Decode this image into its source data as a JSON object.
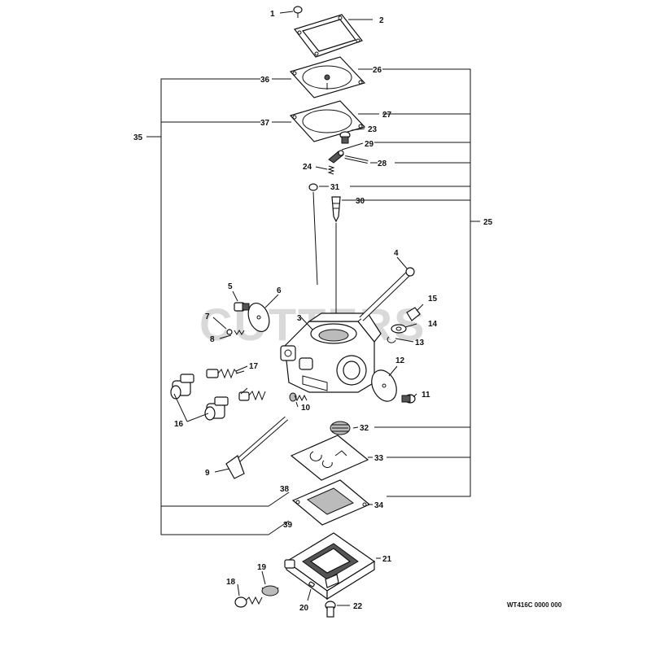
{
  "watermark": "CUTTERS",
  "drawing_code": "WT416C 0000 000",
  "labels": {
    "p1": "1",
    "p2": "2",
    "p3": "3",
    "p4": "4",
    "p5": "5",
    "p6": "6",
    "p7": "7",
    "p8": "8",
    "p9": "9",
    "p10": "10",
    "p11": "11",
    "p12": "12",
    "p13": "13",
    "p14": "14",
    "p15": "15",
    "p16": "16",
    "p17": "17",
    "p18": "18",
    "p19": "19",
    "p20": "20",
    "p21": "21",
    "p22": "22",
    "p23": "23",
    "p24": "24",
    "p25": "25",
    "p26": "26",
    "p27": "27",
    "p28": "28",
    "p29": "29",
    "p30": "30",
    "p31": "31",
    "p32": "32",
    "p33": "33",
    "p34": "34",
    "p35": "35",
    "p36": "36",
    "p37": "37",
    "p38": "38",
    "p39": "39"
  }
}
